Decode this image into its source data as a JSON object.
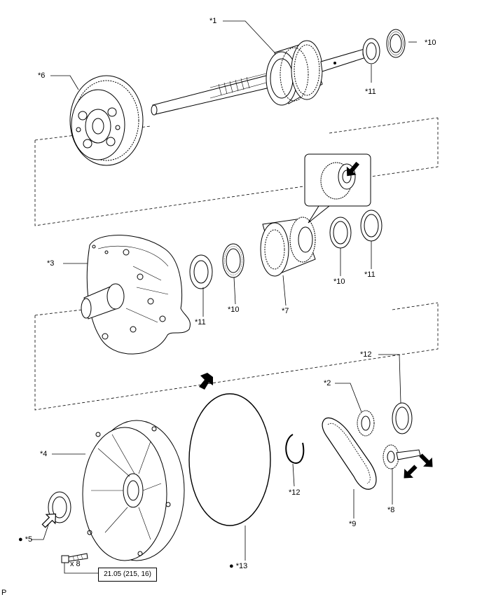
{
  "callouts": {
    "c1": "*1",
    "c2": "*2",
    "c3": "*3",
    "c4": "*4",
    "c5": "*5",
    "c6": "*6",
    "c7": "*7",
    "c8": "*8",
    "c9": "*9",
    "c10a": "*10",
    "c10b": "*10",
    "c10c": "*10",
    "c11a": "*11",
    "c11b": "*11",
    "c11c": "*11",
    "c12a": "*12",
    "c12b": "*12",
    "c13": "*13"
  },
  "bolt": {
    "count": "x 8",
    "torque": "21.05 (215, 16)"
  },
  "corner_letter": "P",
  "icons": [
    "bullet-dot-icon",
    "arrow-icon",
    "hollow-arrow-icon"
  ]
}
